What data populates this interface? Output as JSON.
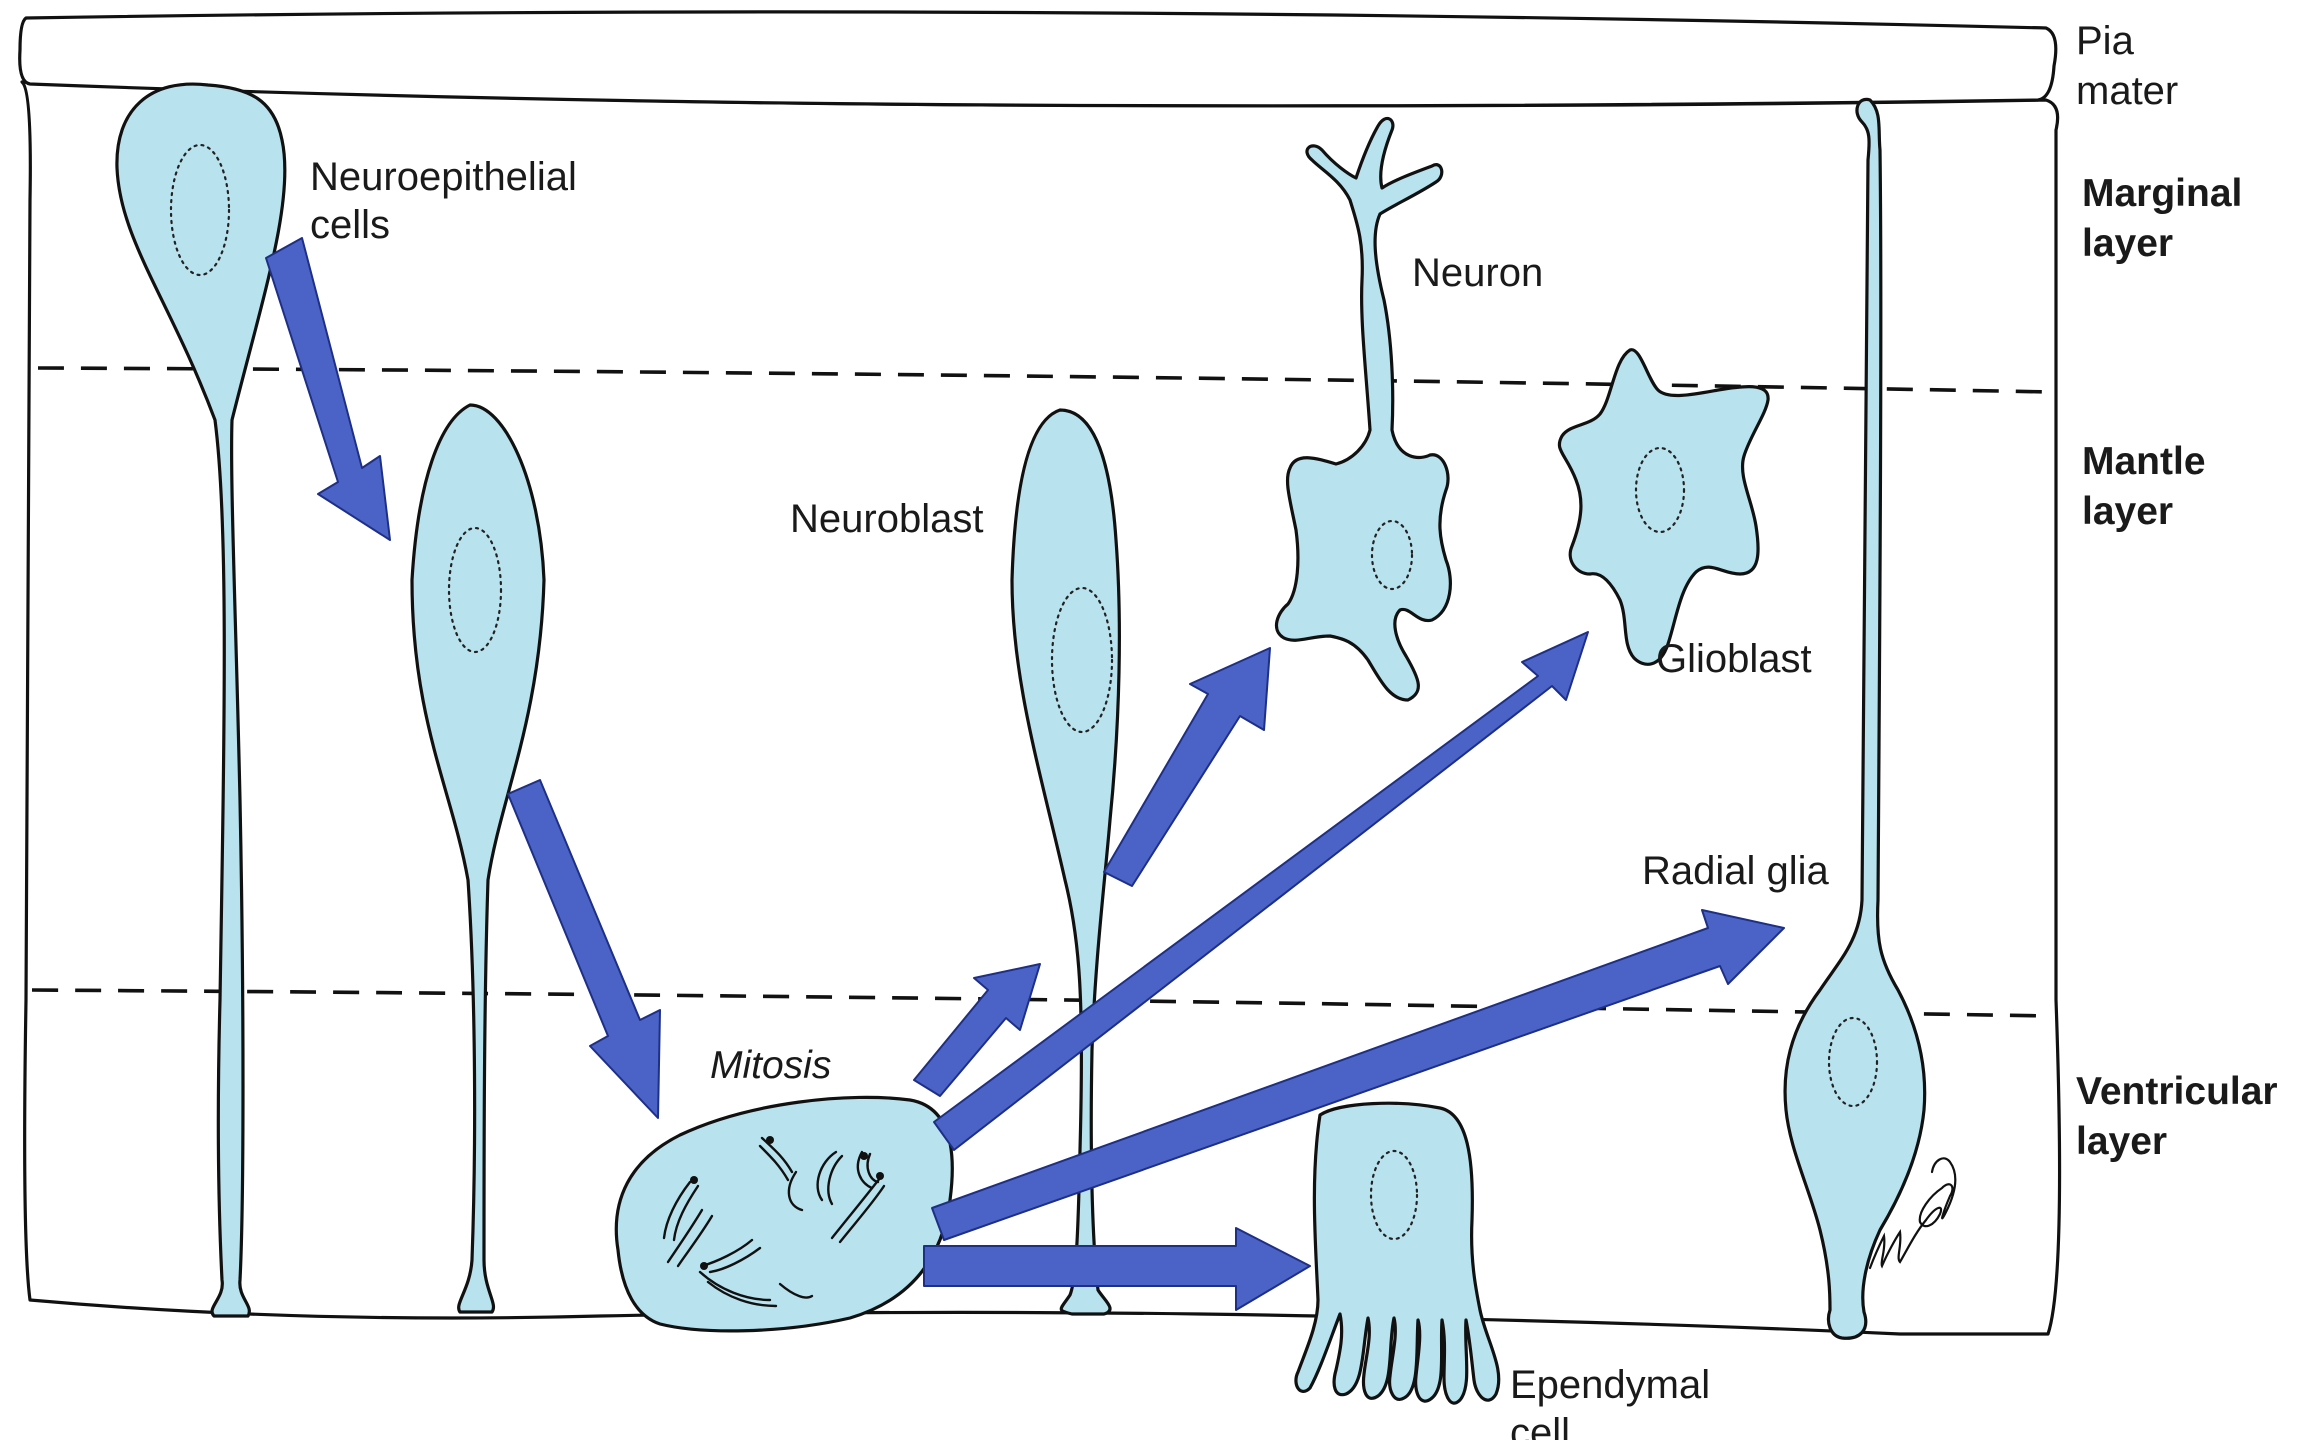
{
  "labels": {
    "pia_line1": "Pia",
    "pia_line2": "mater",
    "marginal_line1": "Marginal",
    "marginal_line2": "layer",
    "mantle_line1": "Mantle",
    "mantle_line2": "layer",
    "ventricular_line1": "Ventricular",
    "ventricular_line2": "layer",
    "neuroepithelial_line1": "Neuroepithelial",
    "neuroepithelial_line2": "cells",
    "neuron": "Neuron",
    "neuroblast": "Neuroblast",
    "glioblast": "Glioblast",
    "radial_glia": "Radial glia",
    "mitosis": "Mitosis",
    "ependymal_line1": "Ependymal",
    "ependymal_line2": "cell"
  },
  "signature": "mcg",
  "colors": {
    "cell_fill": "#b8e2ee",
    "arrow_fill": "#4b63c6",
    "outline": "#111111"
  }
}
